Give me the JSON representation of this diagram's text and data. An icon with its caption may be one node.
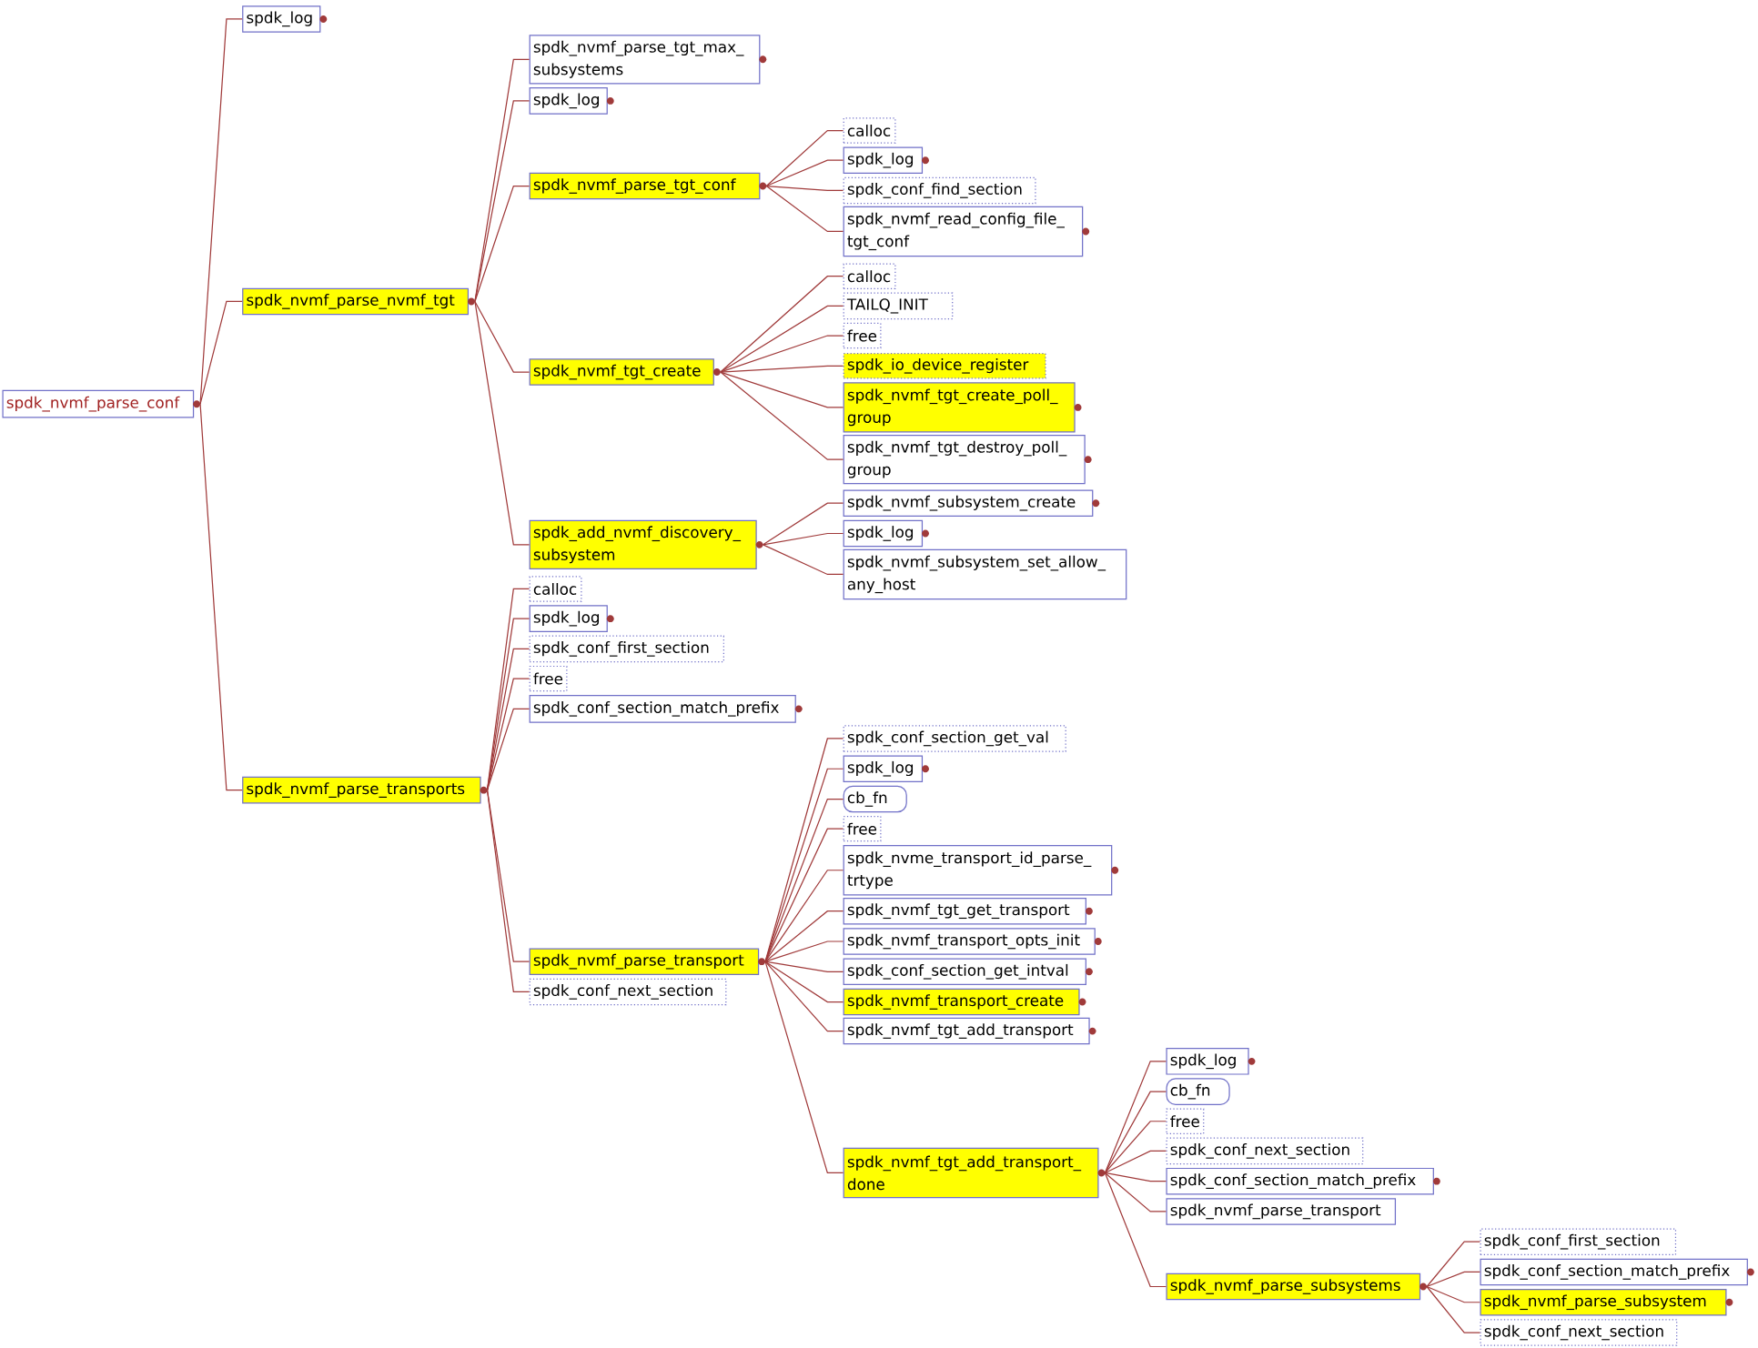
{
  "diagram": {
    "nodes": [
      {
        "text": [
          "spdk_nvmf_parse_conf"
        ]
      },
      {
        "text": [
          "spdk_log"
        ]
      },
      {
        "text": [
          "spdk_nvmf_parse_nvmf_tgt"
        ]
      },
      {
        "text": [
          "spdk_nvmf_parse_tgt_max_ subsystems"
        ]
      },
      {
        "text": [
          "spdk_log"
        ]
      },
      {
        "text": [
          "spdk_nvmf_parse_tgt_conf"
        ]
      },
      {
        "text": [
          "calloc"
        ]
      },
      {
        "text": [
          "spdk_log"
        ]
      },
      {
        "text": [
          "spdk_conf_find_section"
        ]
      },
      {
        "text": [
          "spdk_nvmf_read_config_file_ tgt_conf"
        ]
      },
      {
        "text": [
          "spdk_nvmf_tgt_create"
        ]
      },
      {
        "text": [
          "calloc"
        ]
      },
      {
        "text": [
          "TAILQ_INIT"
        ]
      },
      {
        "text": [
          "free"
        ]
      },
      {
        "text": [
          "spdk_io_device_register"
        ]
      },
      {
        "text": [
          "spdk_nvmf_tgt_create_poll_ group"
        ]
      },
      {
        "text": [
          "spdk_nvmf_tgt_destroy_poll_ group"
        ]
      },
      {
        "text": [
          "spdk_add_nvmf_discovery_ subsystem"
        ]
      },
      {
        "text": [
          "spdk_nvmf_subsystem_create"
        ]
      },
      {
        "text": [
          "spdk_log"
        ]
      },
      {
        "text": [
          "spdk_nvmf_subsystem_set_allow_ any_host"
        ]
      },
      {
        "text": [
          "spdk_nvmf_parse_transports"
        ]
      },
      {
        "text": [
          "calloc"
        ]
      },
      {
        "text": [
          "spdk_log"
        ]
      },
      {
        "text": [
          "spdk_conf_first_section"
        ]
      },
      {
        "text": [
          "free"
        ]
      },
      {
        "text": [
          "spdk_conf_section_match_prefix"
        ]
      },
      {
        "text": [
          "spdk_nvmf_parse_transport"
        ]
      },
      {
        "text": [
          "spdk_conf_section_get_val"
        ]
      },
      {
        "text": [
          "spdk_log"
        ]
      },
      {
        "text": [
          "cb_fn"
        ]
      },
      {
        "text": [
          "free"
        ]
      },
      {
        "text": [
          "spdk_nvme_transport_id_parse_ trtype"
        ]
      },
      {
        "text": [
          "spdk_nvmf_tgt_get_transport"
        ]
      },
      {
        "text": [
          "spdk_nvmf_transport_opts_init"
        ]
      },
      {
        "text": [
          "spdk_conf_section_get_intval"
        ]
      },
      {
        "text": [
          "spdk_nvmf_transport_create"
        ]
      },
      {
        "text": [
          "spdk_nvmf_tgt_add_transport"
        ]
      },
      {
        "text": [
          "spdk_nvmf_tgt_add_transport_ done"
        ]
      },
      {
        "text": [
          "spdk_log"
        ]
      },
      {
        "text": [
          "cb_fn"
        ]
      },
      {
        "text": [
          "free"
        ]
      },
      {
        "text": [
          "spdk_conf_next_section"
        ]
      },
      {
        "text": [
          "spdk_conf_section_match_prefix"
        ]
      },
      {
        "text": [
          "spdk_nvmf_parse_transport"
        ]
      },
      {
        "text": [
          "spdk_nvmf_parse_subsystems"
        ]
      },
      {
        "text": [
          "spdk_conf_first_section"
        ]
      },
      {
        "text": [
          "spdk_conf_section_match_prefix"
        ]
      },
      {
        "text": [
          "spdk_nvmf_parse_subsystem"
        ]
      },
      {
        "text": [
          "spdk_conf_next_section"
        ]
      },
      {
        "text": [
          "spdk_conf_next_section"
        ]
      }
    ],
    "edges": [
      {
        "from": 0,
        "to": 1,
        "arrow": "none"
      },
      {
        "from": 0,
        "to": 2,
        "arrow": "none"
      },
      {
        "from": 0,
        "to": 21,
        "arrow": "none"
      },
      {
        "from": 2,
        "to": 3,
        "arrow": "none"
      },
      {
        "from": 2,
        "to": 4,
        "arrow": "none"
      },
      {
        "from": 2,
        "to": 5,
        "arrow": "none"
      },
      {
        "from": 2,
        "to": 10,
        "arrow": "none"
      },
      {
        "from": 2,
        "to": 17,
        "arrow": "none"
      },
      {
        "from": 5,
        "to": 6,
        "arrow": "none"
      },
      {
        "from": 5,
        "to": 7,
        "arrow": "none"
      },
      {
        "from": 5,
        "to": 8,
        "arrow": "none"
      },
      {
        "from": 5,
        "to": 9,
        "arrow": "none"
      },
      {
        "from": 10,
        "to": 11,
        "arrow": "none"
      },
      {
        "from": 10,
        "to": 12,
        "arrow": "none"
      },
      {
        "from": 10,
        "to": 13,
        "arrow": "none"
      },
      {
        "from": 10,
        "to": 14,
        "arrow": "none"
      },
      {
        "from": 10,
        "to": 15,
        "arrow": "none"
      },
      {
        "from": 10,
        "to": 16,
        "arrow": "none"
      },
      {
        "from": 17,
        "to": 18,
        "arrow": "none"
      },
      {
        "from": 17,
        "to": 19,
        "arrow": "none"
      },
      {
        "from": 17,
        "to": 20,
        "arrow": "none"
      },
      {
        "from": 21,
        "to": 22,
        "arrow": "none"
      },
      {
        "from": 21,
        "to": 23,
        "arrow": "none"
      },
      {
        "from": 21,
        "to": 24,
        "arrow": "none"
      },
      {
        "from": 21,
        "to": 25,
        "arrow": "none"
      },
      {
        "from": 21,
        "to": 26,
        "arrow": "none"
      },
      {
        "from": 21,
        "to": 27,
        "arrow": "none"
      },
      {
        "from": 21,
        "to": 50,
        "arrow": "none"
      },
      {
        "from": 27,
        "to": 28,
        "arrow": "none"
      },
      {
        "from": 27,
        "to": 29,
        "arrow": "none"
      },
      {
        "from": 27,
        "to": 30,
        "arrow": "none"
      },
      {
        "from": 27,
        "to": 31,
        "arrow": "none"
      },
      {
        "from": 27,
        "to": 32,
        "arrow": "none"
      },
      {
        "from": 27,
        "to": 33,
        "arrow": "none"
      },
      {
        "from": 27,
        "to": 34,
        "arrow": "none"
      },
      {
        "from": 27,
        "to": 35,
        "arrow": "none"
      },
      {
        "from": 27,
        "to": 36,
        "arrow": "none"
      },
      {
        "from": 27,
        "to": 37,
        "arrow": "none"
      },
      {
        "from": 27,
        "to": 38,
        "arrow": "none"
      },
      {
        "from": 38,
        "to": 39,
        "arrow": "none"
      },
      {
        "from": 38,
        "to": 40,
        "arrow": "none"
      },
      {
        "from": 38,
        "to": 41,
        "arrow": "none"
      },
      {
        "from": 38,
        "to": 42,
        "arrow": "none"
      },
      {
        "from": 38,
        "to": 43,
        "arrow": "none"
      },
      {
        "from": 38,
        "to": 44,
        "arrow": "none"
      },
      {
        "from": 38,
        "to": 45,
        "arrow": "none"
      },
      {
        "from": 45,
        "to": 46,
        "arrow": "none"
      },
      {
        "from": 45,
        "to": 47,
        "arrow": "none"
      },
      {
        "from": 45,
        "to": 48,
        "arrow": "none"
      },
      {
        "from": 45,
        "to": 49,
        "arrow": "none"
      }
    ]
  }
}
